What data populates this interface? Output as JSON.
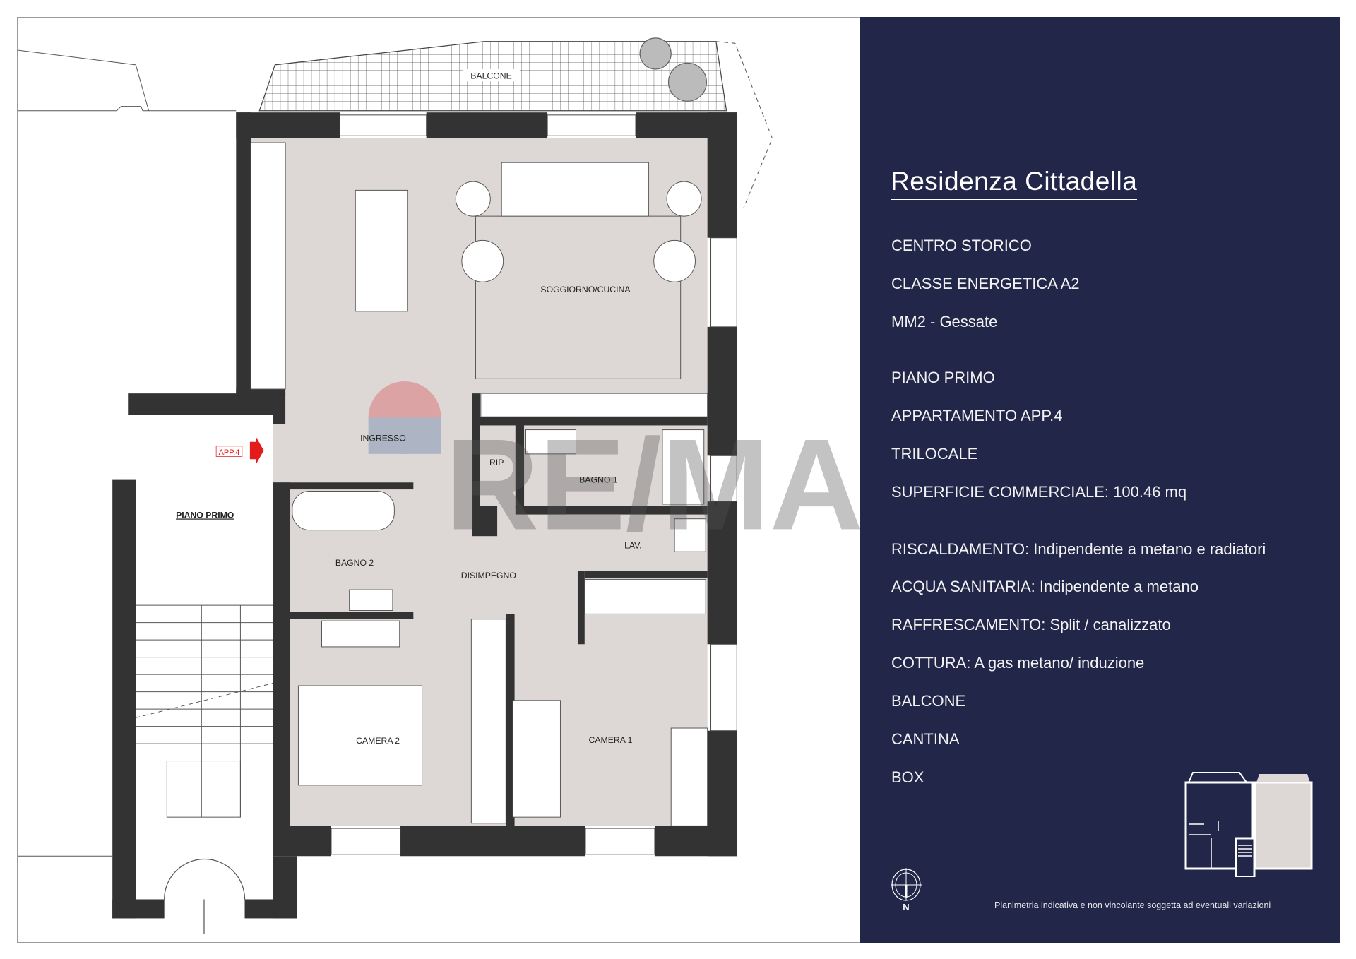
{
  "plan": {
    "rooms": {
      "balcone": "BALCONE",
      "soggiorno": "SOGGIORNO/CUCINA",
      "ingresso": "INGRESSO",
      "rip": "RIP.",
      "bagno1": "BAGNO 1",
      "lav": "LAV.",
      "bagno2": "BAGNO 2",
      "disimpegno": "DISIMPEGNO",
      "camera2": "CAMERA 2",
      "camera1": "CAMERA 1"
    },
    "floor_label": "PIANO PRIMO",
    "apartment_tag": "APP.4",
    "watermark": "RE/MAX",
    "colors": {
      "wall": "#333333",
      "floor": "#ddd8d5",
      "arrow": "#e31b1b"
    }
  },
  "panel": {
    "background": "#22274a",
    "title": "Residenza Cittadella",
    "items": [
      "CENTRO STORICO",
      "CLASSE ENERGETICA A2",
      "MM2 - Gessate",
      "PIANO PRIMO",
      "APPARTAMENTO APP.4",
      "TRILOCALE",
      "SUPERFICIE COMMERCIALE: 100.46 mq",
      "RISCALDAMENTO: Indipendente a metano e radiatori",
      "ACQUA SANITARIA: Indipendente a metano",
      "RAFFRESCAMENTO: Split / canalizzato",
      "COTTURA: A gas metano/ induzione",
      "BALCONE",
      "CANTINA",
      "BOX"
    ],
    "compass_label": "N",
    "disclaimer": "Planimetria indicativa e non vincolante soggetta ad eventuali variazioni"
  }
}
